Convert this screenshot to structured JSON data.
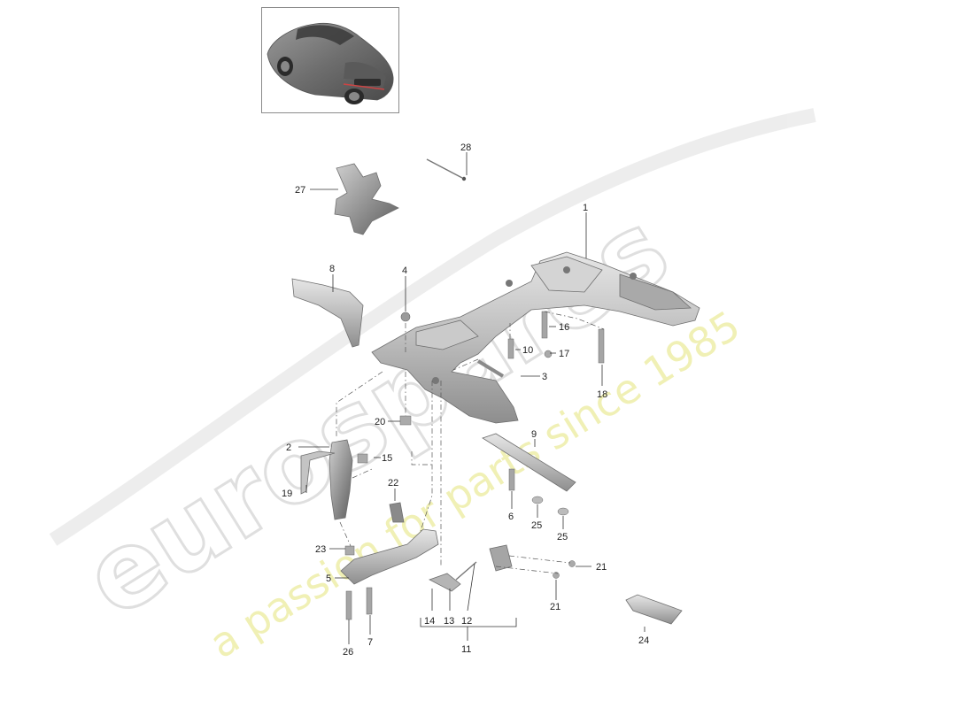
{
  "watermark": {
    "brand": "eurospares",
    "tagline": "a passion for parts since 1985",
    "brand_color": "#d9d9d9",
    "tagline_color": "#eeeea0"
  },
  "thumbnail": {
    "icon": "car-rear-three-quarter-icon"
  },
  "callouts": [
    {
      "id": "1",
      "text": "1"
    },
    {
      "id": "2",
      "text": "2"
    },
    {
      "id": "3",
      "text": "3"
    },
    {
      "id": "4",
      "text": "4"
    },
    {
      "id": "5",
      "text": "5"
    },
    {
      "id": "6",
      "text": "6"
    },
    {
      "id": "7",
      "text": "7"
    },
    {
      "id": "8",
      "text": "8"
    },
    {
      "id": "9",
      "text": "9"
    },
    {
      "id": "10",
      "text": "10"
    },
    {
      "id": "11",
      "text": "11"
    },
    {
      "id": "12",
      "text": "12"
    },
    {
      "id": "13",
      "text": "13"
    },
    {
      "id": "14",
      "text": "14"
    },
    {
      "id": "15",
      "text": "15"
    },
    {
      "id": "16",
      "text": "16"
    },
    {
      "id": "17",
      "text": "17"
    },
    {
      "id": "18",
      "text": "18"
    },
    {
      "id": "19",
      "text": "19"
    },
    {
      "id": "20",
      "text": "20"
    },
    {
      "id": "21a",
      "text": "21"
    },
    {
      "id": "21b",
      "text": "21"
    },
    {
      "id": "22",
      "text": "22"
    },
    {
      "id": "23",
      "text": "23"
    },
    {
      "id": "24",
      "text": "24"
    },
    {
      "id": "25a",
      "text": "25"
    },
    {
      "id": "25b",
      "text": "25"
    },
    {
      "id": "26",
      "text": "26"
    },
    {
      "id": "27",
      "text": "27"
    },
    {
      "id": "28",
      "text": "28"
    }
  ]
}
